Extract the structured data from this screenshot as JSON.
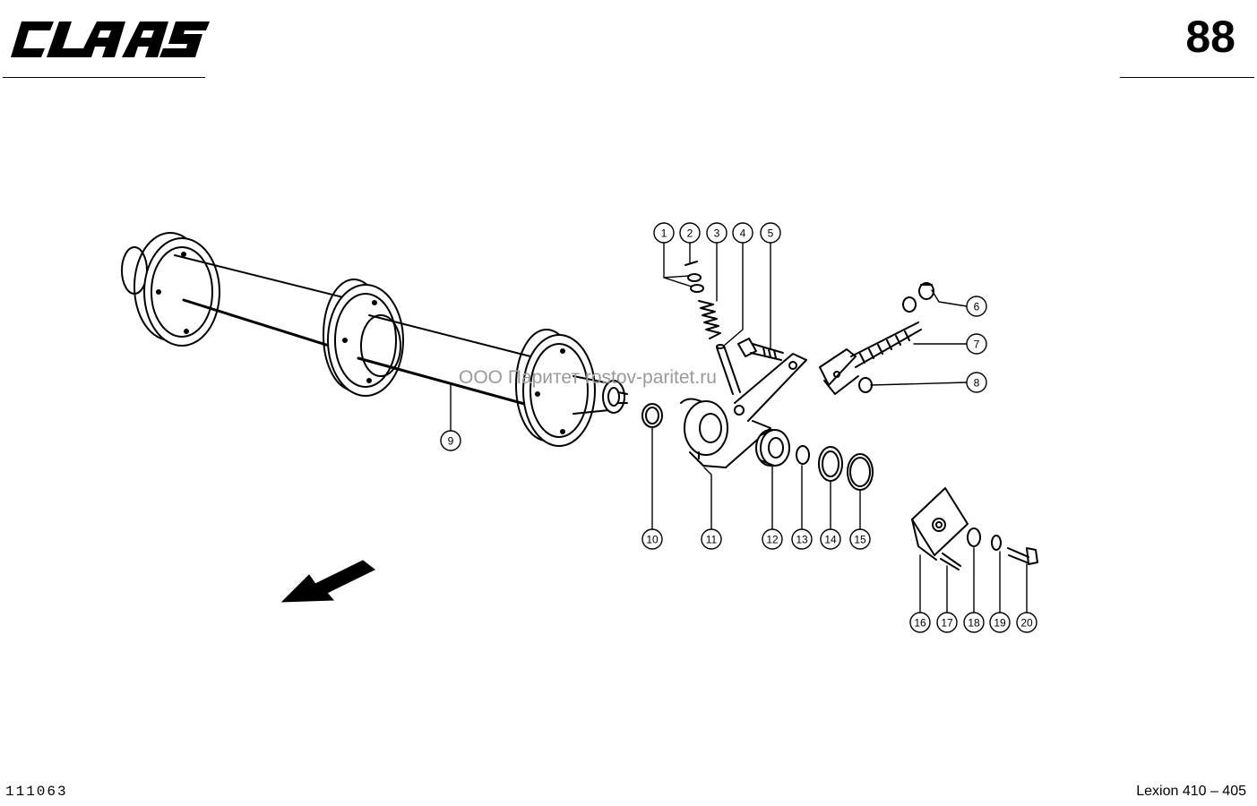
{
  "header": {
    "brand": "CLAAS",
    "page_number": "88"
  },
  "footer": {
    "drawing_number": "111063",
    "model": "Lexion 410 – 405"
  },
  "watermark": "ООО Паритет  rostov-paritet.ru",
  "callouts": [
    {
      "label": "1"
    },
    {
      "label": "2"
    },
    {
      "label": "3"
    },
    {
      "label": "4"
    },
    {
      "label": "5"
    },
    {
      "label": "6"
    },
    {
      "label": "7"
    },
    {
      "label": "8"
    },
    {
      "label": "9"
    },
    {
      "label": "10"
    },
    {
      "label": "11"
    },
    {
      "label": "12"
    },
    {
      "label": "13"
    },
    {
      "label": "14"
    },
    {
      "label": "15"
    },
    {
      "label": "16"
    },
    {
      "label": "17"
    },
    {
      "label": "18"
    },
    {
      "label": "19"
    },
    {
      "label": "20"
    }
  ],
  "icons": {
    "logo": "claas-logo",
    "direction": "direction-arrow-icon"
  }
}
